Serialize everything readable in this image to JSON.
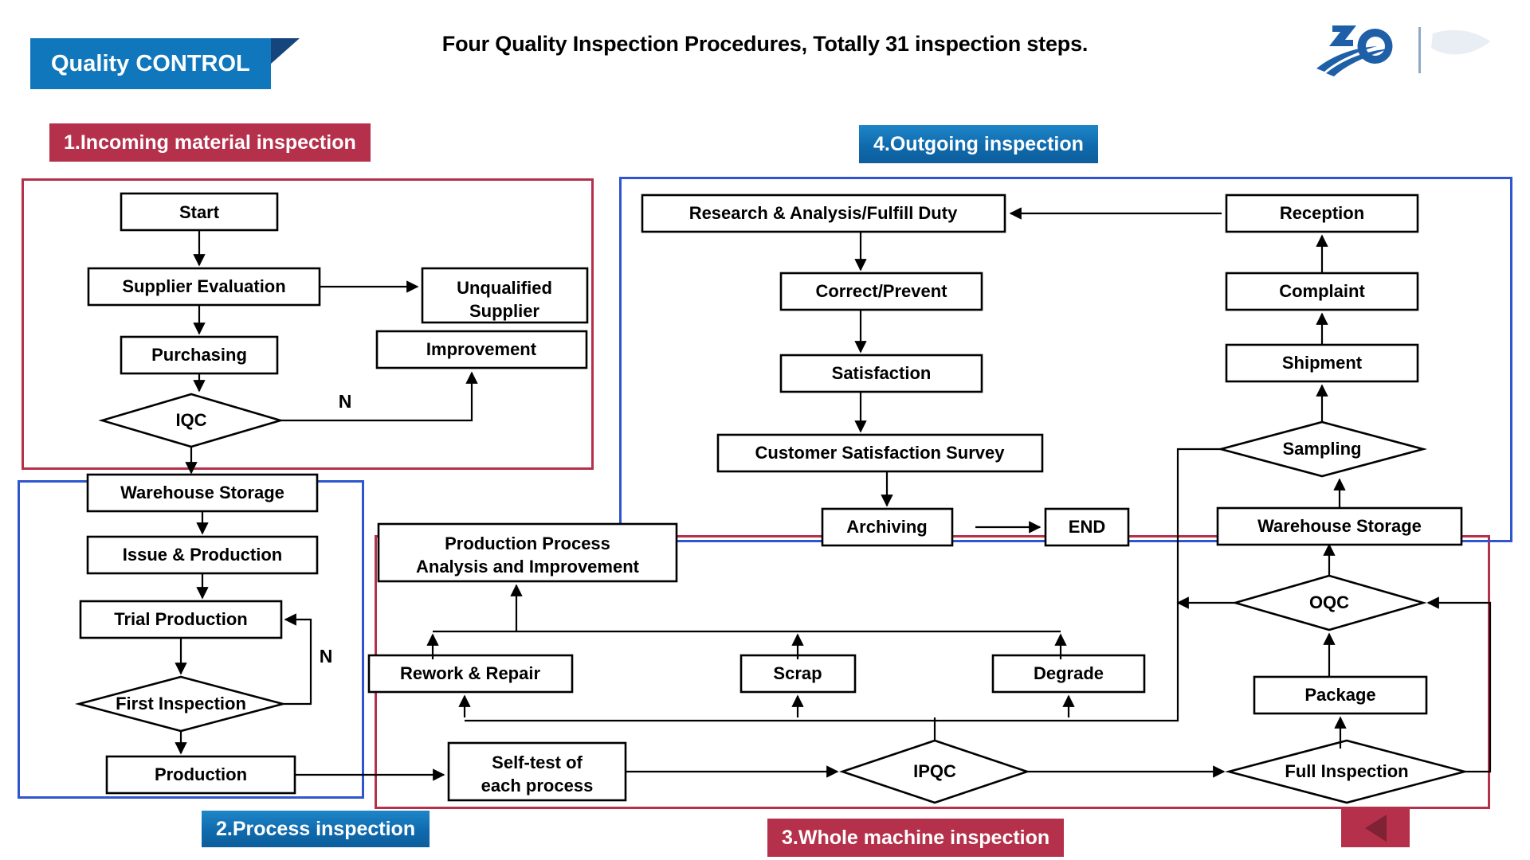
{
  "header": {
    "banner_label": "Quality CONTROL",
    "title": "Four Quality Inspection Procedures, Totally 31 inspection steps.",
    "logo_name": "30-anniversary-logo"
  },
  "sections": [
    {
      "id": "s1",
      "badge": "1.Incoming material inspection",
      "frame_color": "#B5304A"
    },
    {
      "id": "s2",
      "badge": "2.Process inspection",
      "frame_color": "#2F55CF"
    },
    {
      "id": "s3",
      "badge": "3.Whole machine inspection",
      "frame_color": "#B5304A"
    },
    {
      "id": "s4",
      "badge": "4.Outgoing inspection",
      "frame_color": "#2F55CF"
    }
  ],
  "nodes": {
    "start": "Start",
    "supplier_evaluation": "Supplier Evaluation",
    "unqualified_supplier_1": "Unqualified",
    "unqualified_supplier_2": "Supplier",
    "purchasing": "Purchasing",
    "improvement": "Improvement",
    "iqc": "IQC",
    "warehouse_storage_left": "Warehouse Storage",
    "issue_production": "Issue & Production",
    "trial_production": "Trial Production",
    "first_inspection": "First Inspection",
    "production": "Production",
    "production_process_1": "Production Process",
    "production_process_2": "Analysis and Improvement",
    "rework_repair": "Rework & Repair",
    "scrap": "Scrap",
    "degrade": "Degrade",
    "self_test_1": "Self-test of",
    "self_test_2": "each process",
    "ipqc": "IPQC",
    "full_inspection": "Full Inspection",
    "package": "Package",
    "oqc": "OQC",
    "warehouse_storage_right": "Warehouse Storage",
    "sampling": "Sampling",
    "shipment": "Shipment",
    "complaint": "Complaint",
    "reception": "Reception",
    "research_analysis": "Research & Analysis/Fulfill Duty",
    "correct_prevent": "Correct/Prevent",
    "satisfaction": "Satisfaction",
    "customer_survey": "Customer Satisfaction Survey",
    "archiving": "Archiving",
    "end": "END"
  },
  "edge_labels": {
    "iqc_no": "N",
    "first_inspection_no": "N"
  },
  "nav": {
    "back_label": "back-arrow"
  },
  "colors": {
    "accent_blue": "#1077BC",
    "accent_red": "#B5304A",
    "frame_blue": "#2F55CF",
    "banner_tail": "#16447C"
  }
}
